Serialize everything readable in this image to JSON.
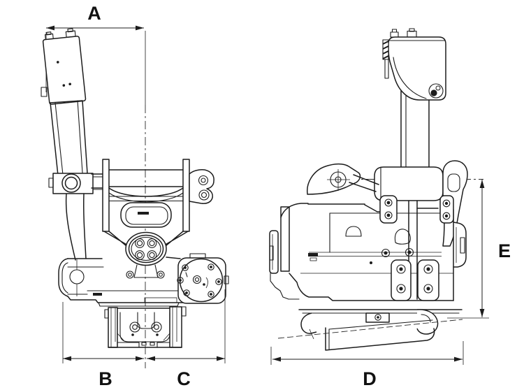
{
  "page": {
    "background": "#ffffff"
  },
  "drawing": {
    "type": "technical-drawing",
    "line_color": "#1c1c1c",
    "label_color": "#111111",
    "dimensions": {
      "A": {
        "label": "A"
      },
      "B": {
        "label": "B"
      },
      "C": {
        "label": "C"
      },
      "D": {
        "label": "D"
      },
      "E": {
        "label": "E"
      }
    }
  }
}
